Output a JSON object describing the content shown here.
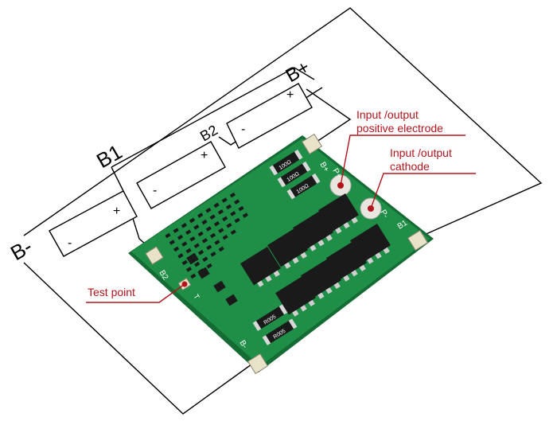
{
  "terminals": {
    "b_minus": "B-",
    "b_plus": "B+",
    "b1": "B1",
    "b2": "B2"
  },
  "cell_polarity": {
    "minus": "-",
    "plus": "+"
  },
  "annotations": {
    "positive_line1": "Input /output",
    "positive_line2": "positive electrode",
    "cathode_line1": "Input /output",
    "cathode_line2": "cathode",
    "test_point": "Test point"
  },
  "board": {
    "pad_b_plus": "B+",
    "pad_p_plus": "P+",
    "pad_p_minus": "P-",
    "pad_b1": "B1",
    "pad_b2": "B2",
    "pad_b_minus": "B-",
    "pad_t": "T",
    "resistor_1": "100Ω",
    "resistor_2": "100Ω",
    "resistor_3": "100Ω",
    "resistor_4": "R005",
    "resistor_5": "R005"
  },
  "colors": {
    "pcb": "#1f8f47",
    "pcb_edge": "#156b34",
    "wire": "#000000",
    "annotation": "#b3141b",
    "pad": "#e8e2c8",
    "chip": "#1a1a1a"
  }
}
